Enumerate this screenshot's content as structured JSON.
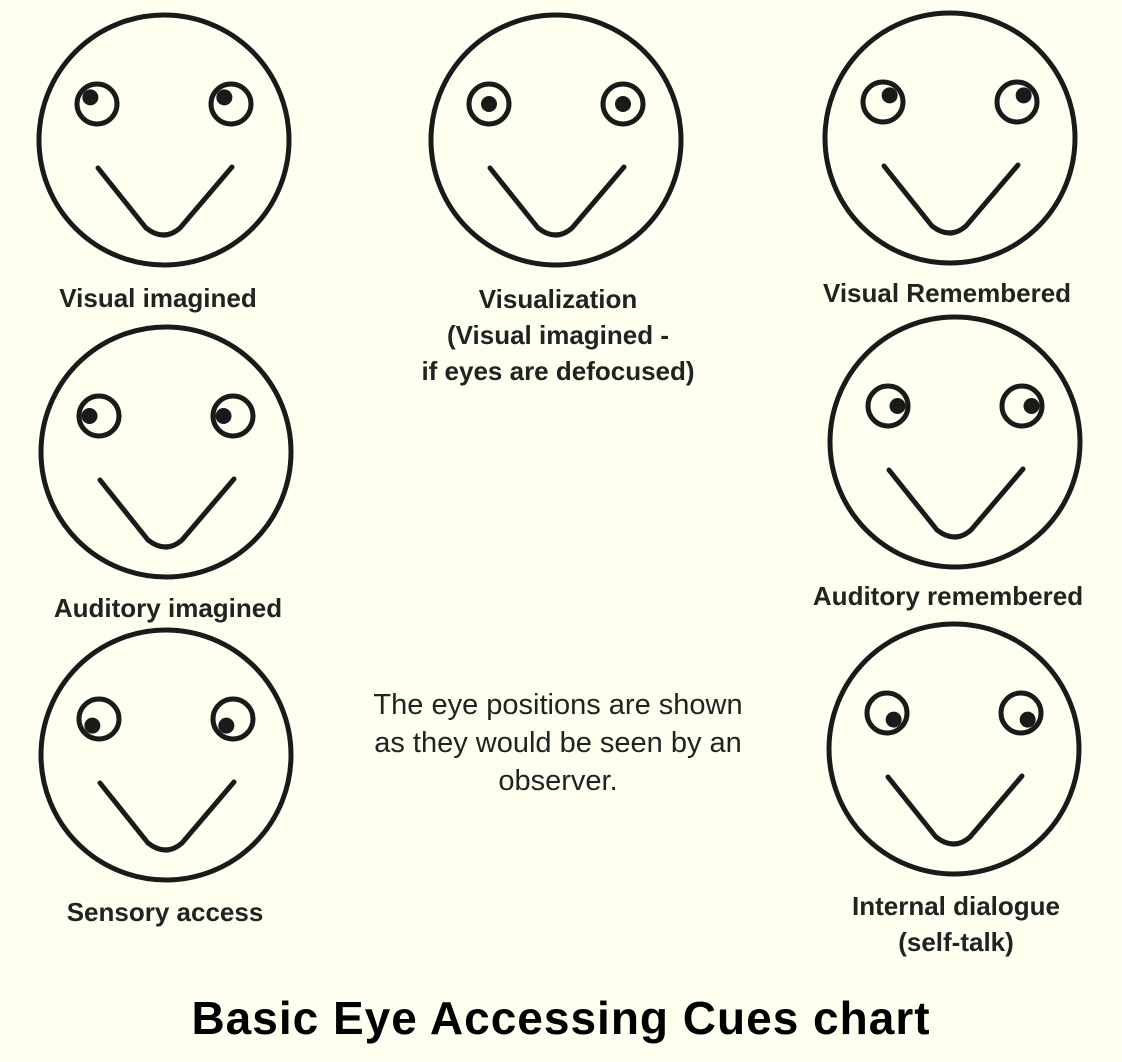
{
  "title": "Basic Eye Accessing Cues chart",
  "note": [
    "The eye positions are shown",
    "as they would be seen by an",
    "observer."
  ],
  "faces": [
    {
      "id": "visual-imagined",
      "gaze": "up-left",
      "label": [
        "Visual imagined"
      ]
    },
    {
      "id": "visualization",
      "gaze": "center",
      "label": [
        "Visualization",
        "(Visual imagined -",
        "if eyes are defocused)"
      ]
    },
    {
      "id": "visual-remembered",
      "gaze": "up-right",
      "label": [
        "Visual Remembered"
      ]
    },
    {
      "id": "auditory-imagined",
      "gaze": "left",
      "label": [
        "Auditory imagined"
      ]
    },
    {
      "id": "auditory-remembered",
      "gaze": "right",
      "label": [
        "Auditory remembered"
      ]
    },
    {
      "id": "sensory-access",
      "gaze": "down-left",
      "label": [
        "Sensory access"
      ]
    },
    {
      "id": "internal-dialogue",
      "gaze": "down-right",
      "label": [
        "Internal dialogue",
        "(self-talk)"
      ]
    }
  ],
  "colors": {
    "background": "#fffff0",
    "ink": "#1a1a1a"
  }
}
